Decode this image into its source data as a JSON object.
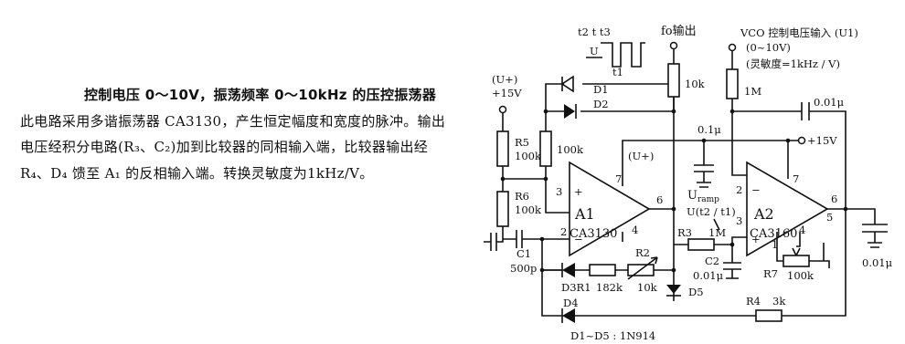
{
  "description": {
    "title": "控制电压 0～10V，振荡频率 0～10kHz 的压控振荡器",
    "body": "此电路采用多谐振荡器 CA3130，产生恒定幅度和宽度的脉冲。输出电压经积分电路(R₃、C₂)加到比较器的同相输入端，比较器输出经R₄、D₄ 馈至 A₁ 的反相输入端。转换灵敏度为1kHz/V。"
  },
  "circuit": {
    "u_plus_label": "(U+)",
    "plus15_left": "+15V",
    "waveform_t2_t3": "t2 t t3",
    "waveform_u": "U",
    "waveform_t1": "t1",
    "fo_output": "fo输出",
    "vco_label": "VCO 控制电压输入 (U1)",
    "vco_range": "(0~10V)",
    "vco_sensitivity": "(灵敏度=1kHz / V)",
    "d1": "D1",
    "d2": "D2",
    "r5": "R5",
    "r5_val": "100k",
    "r6": "R6",
    "r6_val": "100k",
    "r_100k_mid": "100k",
    "r_10k": "10k",
    "r_1m_top": "1M",
    "c_001u_top": "0.01μ",
    "c_01u": "0.1μ",
    "plus15_right": "+15V",
    "u_plus_mid": "(U+)",
    "a1": "A1",
    "a1_part": "CA3130",
    "a2": "A2",
    "a2_part": "CA3160",
    "pin_3": "3",
    "pin_2a": "2",
    "pin_7a": "7",
    "pin_6a": "6",
    "pin_4a": "4",
    "pin_2b": "2",
    "pin_3b": "3",
    "pin_7b": "7",
    "pin_6b": "6",
    "pin_5b": "5",
    "pin_4b": "4",
    "pin_1b": "1",
    "u_ramp": "U",
    "u_ramp_sub": "ramp",
    "u_ramp_func": "U(t2 / t1)",
    "c1": "C1",
    "c1_val": "500p",
    "r3": "R3",
    "r3_val": "1M",
    "r2": "R2",
    "c2": "C2",
    "c2_val": "0.01μ",
    "c_out": "0.01μ",
    "r7": "R7",
    "r7_val": "100k",
    "d3r1": "D3R1",
    "r1_val": "182k",
    "r2_val": "10k",
    "d5": "D5",
    "d4": "D4",
    "r4": "R4",
    "r4_val": "3k",
    "diode_type": "D1~D5 : 1N914"
  }
}
